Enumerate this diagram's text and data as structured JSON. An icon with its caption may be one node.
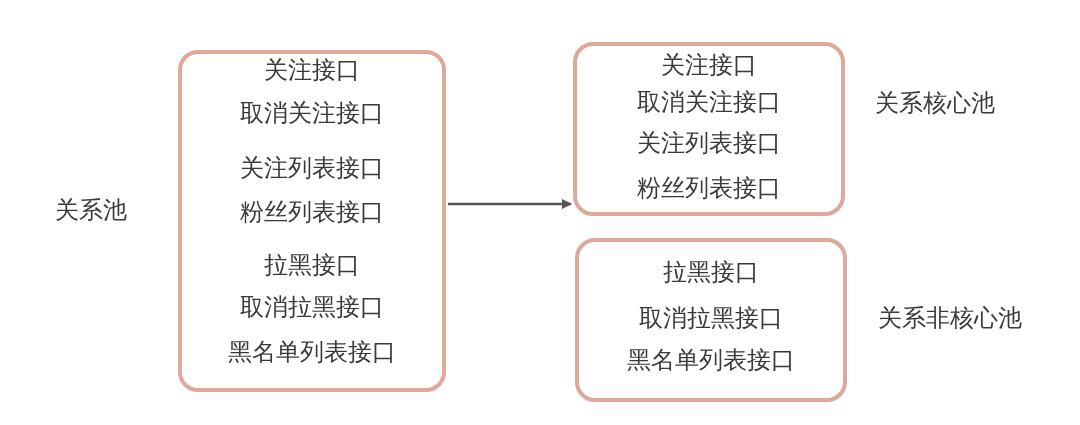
{
  "diagram": {
    "nodes": [
      {
        "text": [
          "关注接口",
          "取消关注接口",
          "关注列表接口",
          "粉丝列表接口",
          "拉黑接口",
          "取消拉黑接口",
          "黑名单列表接口"
        ],
        "beside": [
          "关系池"
        ]
      },
      {
        "text": [
          "关注接口",
          "取消关注接口",
          "关注列表接口",
          "粉丝列表接口"
        ],
        "beside": [
          "关系核心池"
        ]
      },
      {
        "text": [
          "拉黑接口",
          "取消拉黑接口",
          "黑名单列表接口"
        ],
        "beside": [
          "关系非核心池"
        ]
      }
    ],
    "edges": [
      {
        "from": 0,
        "to": 1,
        "arrow": "to"
      }
    ]
  }
}
